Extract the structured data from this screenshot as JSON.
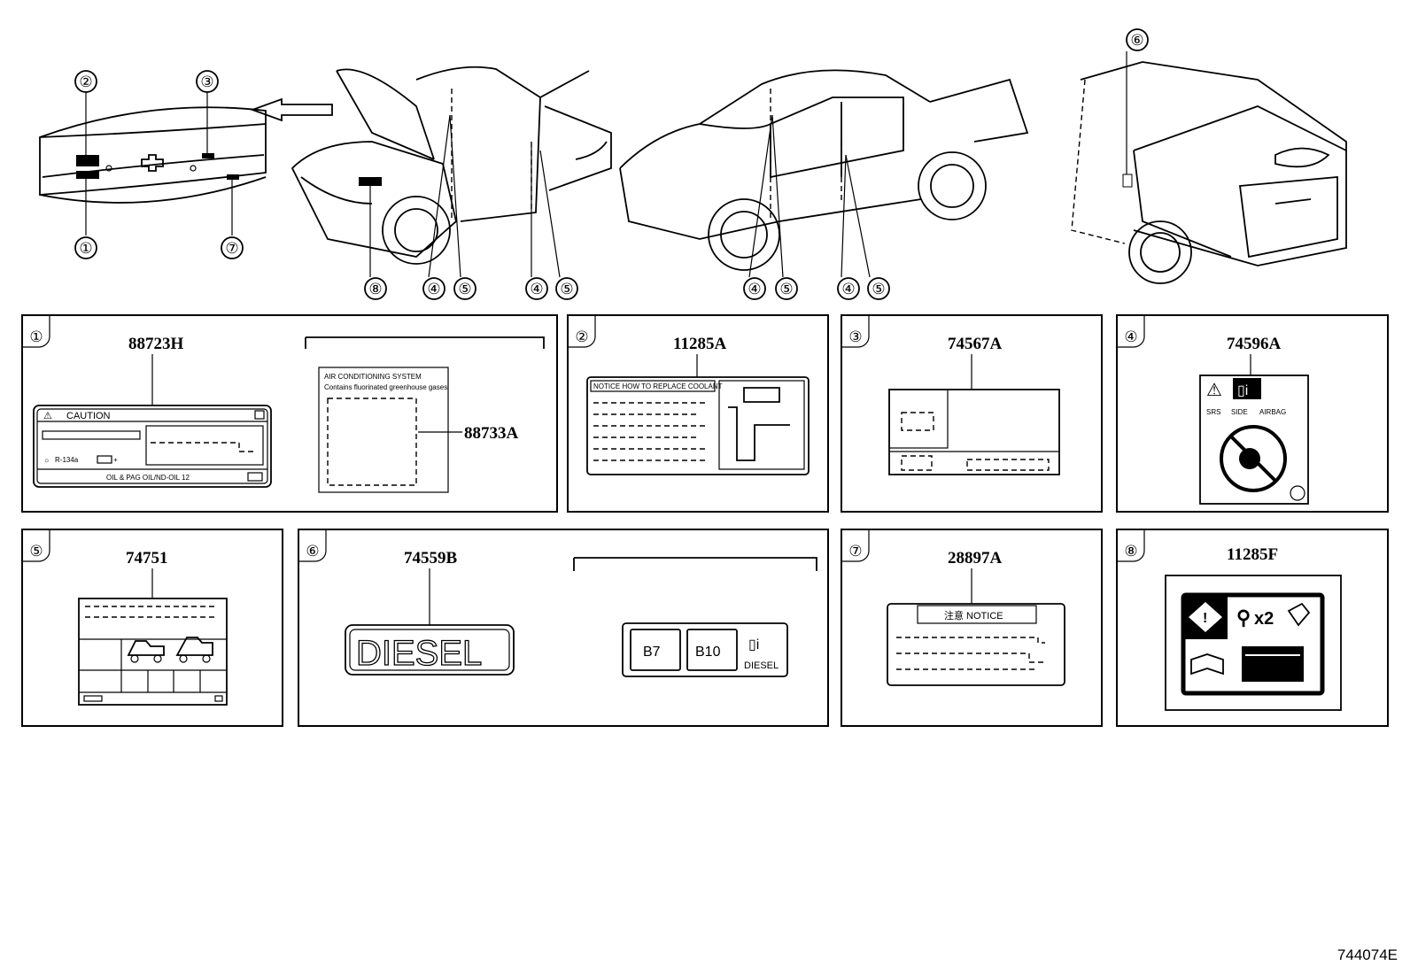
{
  "figure_code": "744074E",
  "callouts": [
    "①",
    "②",
    "③",
    "④",
    "⑤",
    "⑥",
    "⑦",
    "⑧"
  ],
  "panels": [
    {
      "num": "①",
      "part": "88723H",
      "part2": "88733A",
      "caution": "CAUTION",
      "refrigerant": "R-134a",
      "bottom_text": "OIL & PAG OIL/ND-OIL 12",
      "ac_title": "AIR CONDITIONING SYSTEM",
      "ac_sub": "Contains fluorinated greenhouse gases"
    },
    {
      "num": "②",
      "part": "11285A",
      "notice": "NOTICE HOW TO REPLACE COOLANT"
    },
    {
      "num": "③",
      "part": "74567A"
    },
    {
      "num": "④",
      "part": "74596A",
      "srs": "SRS",
      "side": "SIDE",
      "airbag": "AIRBAG"
    },
    {
      "num": "⑤",
      "part": "74751"
    },
    {
      "num": "⑥",
      "part": "74559B",
      "diesel": "DIESEL",
      "b7": "B7",
      "b10": "B10",
      "diesel_small": "DIESEL"
    },
    {
      "num": "⑦",
      "part": "28897A",
      "notice": "注意 NOTICE"
    },
    {
      "num": "⑧",
      "part": "11285F",
      "x2": "x2"
    }
  ]
}
